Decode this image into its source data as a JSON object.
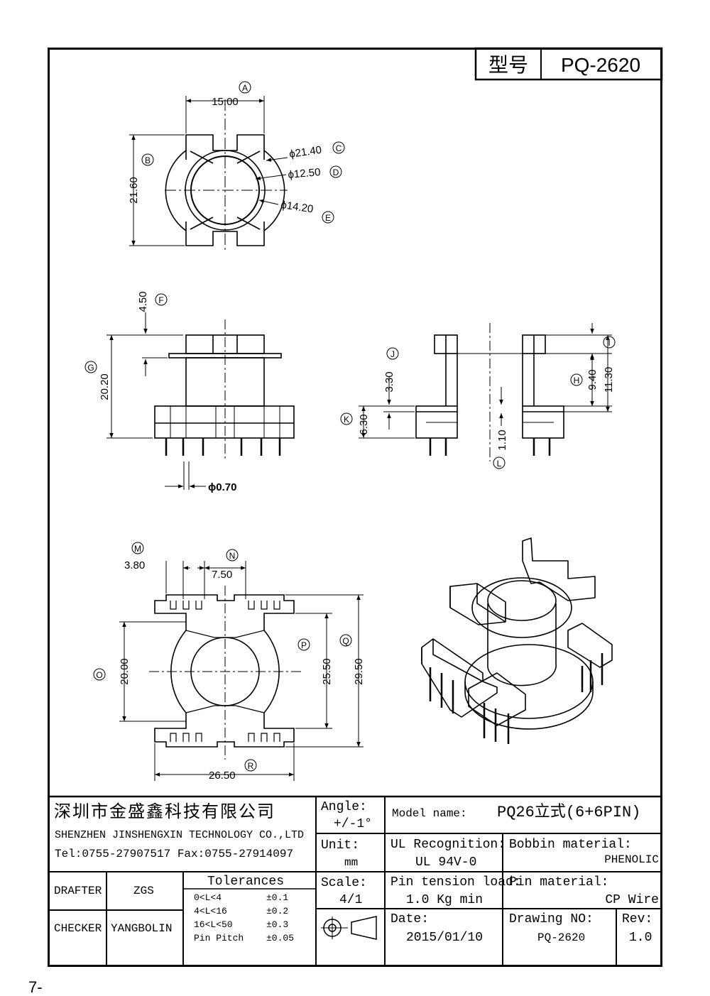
{
  "header": {
    "model_label": "型号",
    "model_value": "PQ-2620"
  },
  "dimensions": {
    "A": {
      "tag": "A",
      "value": "15.00"
    },
    "B": {
      "tag": "B",
      "value": "21.60"
    },
    "C": {
      "tag": "C",
      "value": "ϕ21.40"
    },
    "D": {
      "tag": "D",
      "value": "ϕ12.50"
    },
    "E": {
      "tag": "E",
      "value": "ϕ14.20"
    },
    "F": {
      "tag": "F",
      "value": "4.50"
    },
    "G": {
      "tag": "G",
      "value": "20.20"
    },
    "pin_dia": {
      "value": "ϕ0.70"
    },
    "H": {
      "tag": "H",
      "value": "9.40"
    },
    "I": {
      "tag": "I"
    },
    "I_val": {
      "value": "11.30"
    },
    "J": {
      "tag": "J",
      "value": "3.30"
    },
    "K": {
      "tag": "K",
      "value": "6.30"
    },
    "L": {
      "tag": "L",
      "value": "1.10"
    },
    "M": {
      "tag": "M",
      "value": "3.80"
    },
    "N": {
      "tag": "N",
      "value": "7.50"
    },
    "O": {
      "tag": "O",
      "value": "20.00"
    },
    "P": {
      "tag": "P",
      "value": "25.50"
    },
    "Q": {
      "tag": "Q",
      "value": "29.50"
    },
    "R": {
      "tag": "R",
      "value": "26.50"
    }
  },
  "title_block": {
    "company_cn": "深圳市金盛鑫科技有限公司",
    "company_en": "SHENZHEN JINSHENGXIN TECHNOLOGY CO.,LTD",
    "contact": "Tel:0755-27907517  Fax:0755-27914097",
    "angle_label": "Angle:",
    "angle_value": "+/-1°",
    "unit_label": "Unit:",
    "unit_value": "mm",
    "scale_label": "Scale:",
    "scale_value": "4/1",
    "model_name_label": "Model name:",
    "model_name_value": "PQ26立式(6+6PIN)",
    "ul_label": "UL Recognition:",
    "ul_value": "UL 94V-0",
    "bobbin_label": "Bobbin material:",
    "bobbin_value": "PHENOLIC",
    "pin_tension_label": "Pin tension load:",
    "pin_tension_value": "1.0 Kg min",
    "pin_material_label": "Pin material:",
    "pin_material_value": "CP Wire",
    "date_label": "Date:",
    "date_value": "2015/01/10",
    "drawing_no_label": "Drawing NO:",
    "drawing_no_value": "PQ-2620",
    "rev_label": "Rev:",
    "rev_value": "1.0",
    "drafter_label": "DRAFTER",
    "drafter_value": "ZGS",
    "checker_label": "CHECKER",
    "checker_value": "YANGBOLIN",
    "tolerances_title": "Tolerances",
    "tolerances": [
      {
        "range": "0<L<4",
        "tol": "±0.1"
      },
      {
        "range": "4<L<16",
        "tol": "±0.2"
      },
      {
        "range": "16<L<50",
        "tol": "±0.3"
      },
      {
        "range": "Pin Pitch",
        "tol": "±0.05"
      }
    ]
  },
  "page_number": "7-"
}
